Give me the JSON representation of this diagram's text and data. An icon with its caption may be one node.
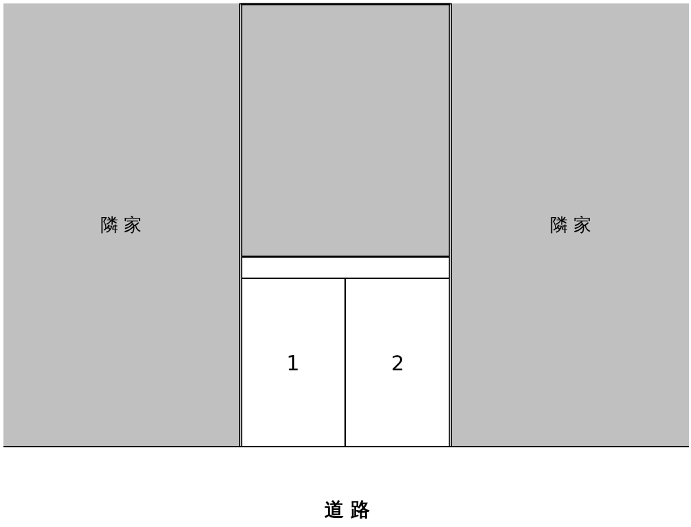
{
  "diagram": {
    "nodes": [
      {
        "text": [
          "隣 家"
        ]
      },
      {
        "text": [],
        "shape": "box"
      },
      {
        "text": [],
        "shape": "box"
      },
      {
        "text": [
          "1"
        ]
      },
      {
        "text": [
          "2"
        ]
      },
      {
        "text": [
          "隣 家"
        ]
      }
    ],
    "labels": [
      "道 路"
    ]
  }
}
